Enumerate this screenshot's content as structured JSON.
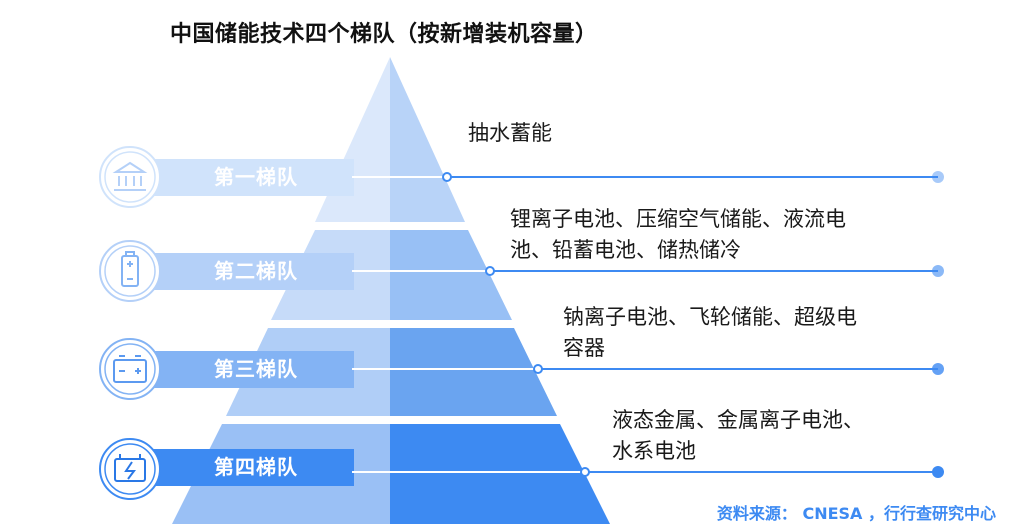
{
  "title": "中国储能技术四个梯队（按新增装机容量）",
  "colors": {
    "accent": "#3d8af2",
    "circle_bg": "#ffffff",
    "pyramid_tier1_left": "#dbe8fb",
    "pyramid_tier1_right": "#b8d3f8",
    "pyramid_tier2_left": "#c6dbf9",
    "pyramid_tier2_right": "#98c0f5",
    "pyramid_tier3_left": "#b0cef7",
    "pyramid_tier3_right": "#6aa4f0",
    "pyramid_tier4_left": "#9ac0f5",
    "pyramid_tier4_right": "#3d8af2",
    "source_color": "#3d8af2"
  },
  "tiers": [
    {
      "label": "第一梯队",
      "icon": "bank-icon",
      "label_bg": "#d0e3fb",
      "technologies": [
        "抽水蓄能"
      ]
    },
    {
      "label": "第二梯队",
      "icon": "battery-icon",
      "label_bg": "#b4d0f8",
      "technologies": [
        "锂离子电池、压缩空气储能、液流电",
        "池、铅蓄电池、储热储冷"
      ]
    },
    {
      "label": "第三梯队",
      "icon": "car-battery-icon",
      "label_bg": "#83b3f4",
      "technologies": [
        "钠离子电池、飞轮储能、超级电",
        "容器"
      ]
    },
    {
      "label": "第四梯队",
      "icon": "charging-battery-icon",
      "label_bg": "#3d8af2",
      "technologies": [
        "液态金属、金属离子电池、",
        "水系电池"
      ]
    }
  ],
  "source": "资料来源： CNESA ，行行查研究中心"
}
